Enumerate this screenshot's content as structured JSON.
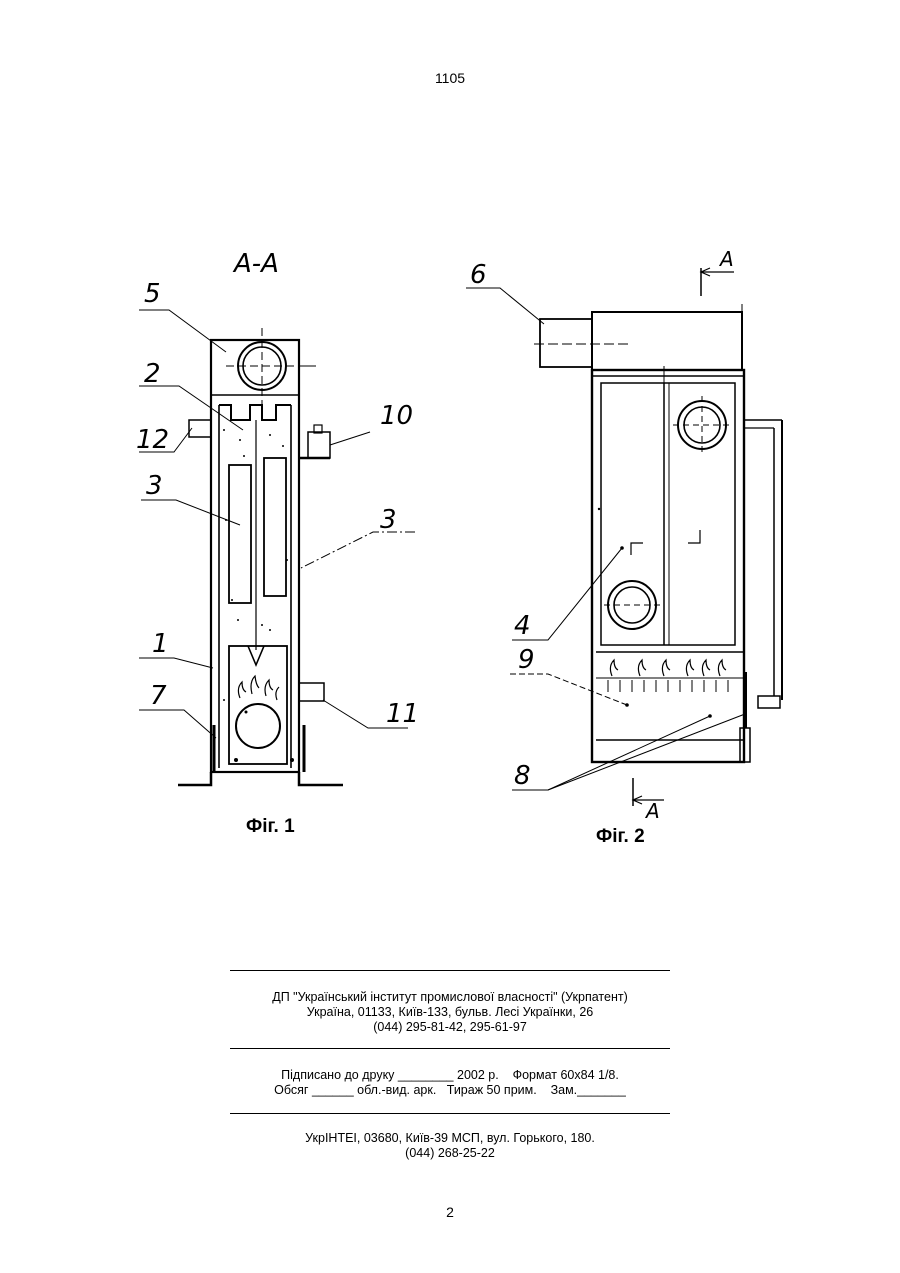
{
  "header": {
    "page_code": "1105"
  },
  "figures": {
    "fig1": {
      "section_label": "А-А",
      "caption": "Фіг. 1",
      "callouts": [
        "5",
        "2",
        "12",
        "10",
        "3",
        "3",
        "1",
        "7",
        "11"
      ]
    },
    "fig2": {
      "caption": "Фіг. 2",
      "callouts": [
        "6",
        "4",
        "9",
        "8"
      ],
      "section_marks": [
        "А",
        "А"
      ]
    }
  },
  "colophon": {
    "publisher": [
      "ДП \"Український інститут промислової власності\" (Укрпатент)",
      "Україна, 01133, Київ-133, бульв. Лесі Українки, 26",
      "(044) 295-81-42, 295-61-97"
    ],
    "print_info": [
      "Підписано до друку ________ 2002 р.    Формат 60х84 1/8.",
      "Обсяг ______ обл.-вид. арк.   Тираж 50 прим.    Зам._______"
    ],
    "printer": [
      "УкрІНТЕІ, 03680, Київ-39 МСП, вул. Горького, 180.",
      "(044) 268-25-22"
    ]
  },
  "footer": {
    "page_number": "2"
  }
}
